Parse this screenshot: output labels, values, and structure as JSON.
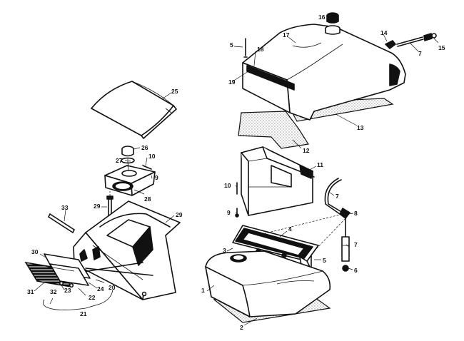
{
  "colors": {
    "ink": "#111111",
    "paper": "#ffffff",
    "gasket": "#8a8a8a"
  },
  "callouts": [
    "1",
    "2",
    "3",
    "4",
    "5",
    "5",
    "6",
    "7",
    "7",
    "7",
    "8",
    "9",
    "9",
    "10",
    "10",
    "11",
    "12",
    "13",
    "14",
    "15",
    "16",
    "17",
    "18",
    "19",
    "20",
    "21",
    "22",
    "23",
    "24",
    "25",
    "26",
    "27",
    "28",
    "29",
    "29",
    "30",
    "31",
    "32",
    "33"
  ]
}
